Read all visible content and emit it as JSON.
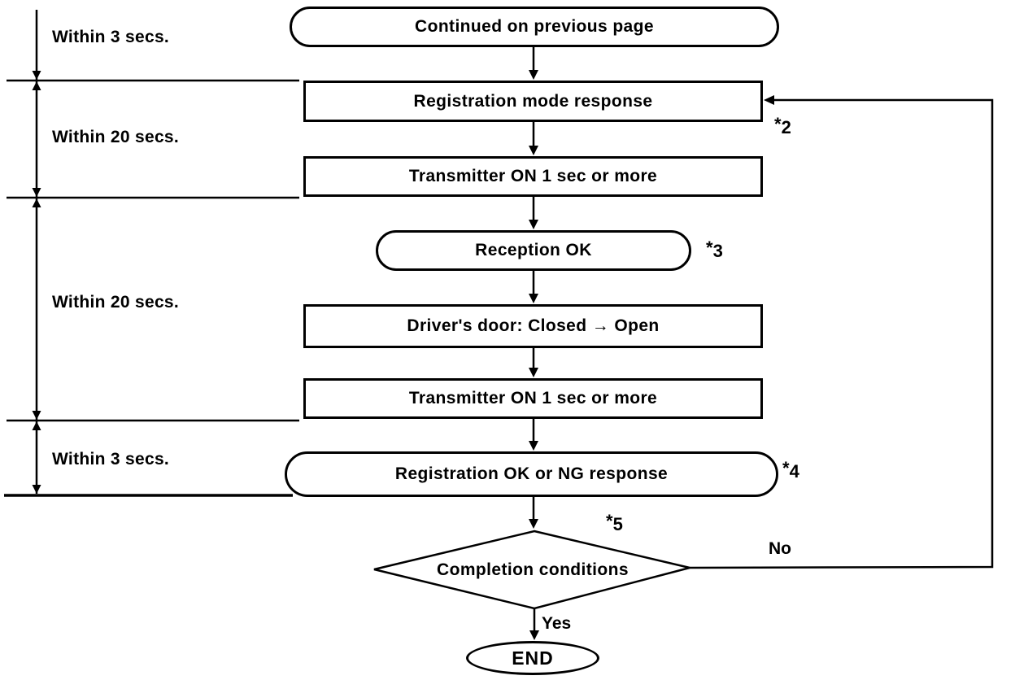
{
  "figure": {
    "kind": "flowchart",
    "colors": {
      "ink": "#000000",
      "paper": "#ffffff"
    },
    "timing_annotations": [
      "Within 3 secs.",
      "Within 20 secs.",
      "Within 20 secs.",
      "Within 3 secs."
    ],
    "nodes": {
      "continued": {
        "type": "terminator",
        "label": "Continued on previous page"
      },
      "registration_mode": {
        "type": "process",
        "label": "Registration mode response"
      },
      "transmitter_on_1": {
        "type": "process",
        "label": "Transmitter ON 1 sec or more"
      },
      "reception_ok": {
        "type": "terminator",
        "label": "Reception OK"
      },
      "drivers_door": {
        "type": "process",
        "label": "Driver's door: Closed → Open"
      },
      "transmitter_on_2": {
        "type": "process",
        "label": "Transmitter ON 1 sec or more"
      },
      "registration_result": {
        "type": "terminator",
        "label": "Registration OK or NG response"
      },
      "completion": {
        "type": "decision",
        "label": "Completion conditions"
      },
      "end": {
        "type": "terminator",
        "label": "END"
      }
    },
    "footnote_markers": {
      "m2": {
        "star": "*",
        "num": "2"
      },
      "m3": {
        "star": "*",
        "num": "3"
      },
      "m4": {
        "star": "*",
        "num": "4"
      },
      "m5": {
        "star": "*",
        "num": "5"
      }
    },
    "branches": {
      "no": "No",
      "yes": "Yes"
    }
  }
}
